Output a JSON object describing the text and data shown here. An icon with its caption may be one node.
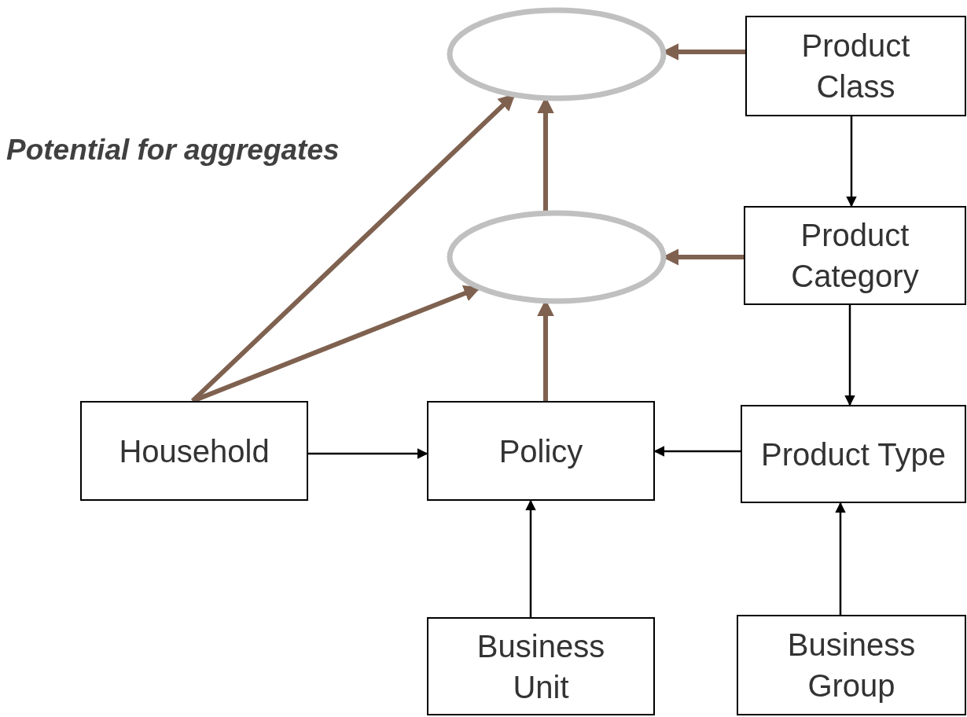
{
  "diagram": {
    "nodes": [
      {
        "text": [],
        "shape": "ellipse"
      },
      {
        "text": [
          "Product Class"
        ]
      },
      {
        "text": [],
        "shape": "ellipse"
      },
      {
        "text": [
          "Product Category"
        ]
      },
      {
        "text": [
          "Household"
        ]
      },
      {
        "text": [
          "Policy"
        ]
      },
      {
        "text": [
          "Product Type"
        ]
      },
      {
        "text": [
          "Business Unit"
        ]
      },
      {
        "text": [
          "Business Group"
        ]
      }
    ],
    "edges": [
      {
        "from": 1,
        "to": 0,
        "arrow": "to",
        "style": "thick",
        "color": "#7f6150"
      },
      {
        "from": 3,
        "to": 2,
        "arrow": "to",
        "style": "thick",
        "color": "#7f6150"
      },
      {
        "from": 2,
        "to": 0,
        "arrow": "to",
        "style": "thick",
        "color": "#7f6150"
      },
      {
        "from": 4,
        "to": 0,
        "arrow": "to",
        "style": "thick",
        "color": "#7f6150"
      },
      {
        "from": 4,
        "to": 2,
        "arrow": "to",
        "style": "thick",
        "color": "#7f6150"
      },
      {
        "from": 5,
        "to": 2,
        "arrow": "to",
        "style": "thick",
        "color": "#7f6150"
      },
      {
        "from": 1,
        "to": 3,
        "arrow": "to",
        "color": "#000000"
      },
      {
        "from": 3,
        "to": 6,
        "arrow": "to",
        "color": "#000000"
      },
      {
        "from": 4,
        "to": 5,
        "arrow": "to",
        "color": "#000000"
      },
      {
        "from": 6,
        "to": 5,
        "arrow": "to",
        "color": "#000000"
      },
      {
        "from": 7,
        "to": 5,
        "arrow": "to",
        "color": "#000000"
      },
      {
        "from": 8,
        "to": 6,
        "arrow": "to",
        "color": "#000000"
      }
    ],
    "labels": [
      "Potential for aggregates"
    ]
  }
}
